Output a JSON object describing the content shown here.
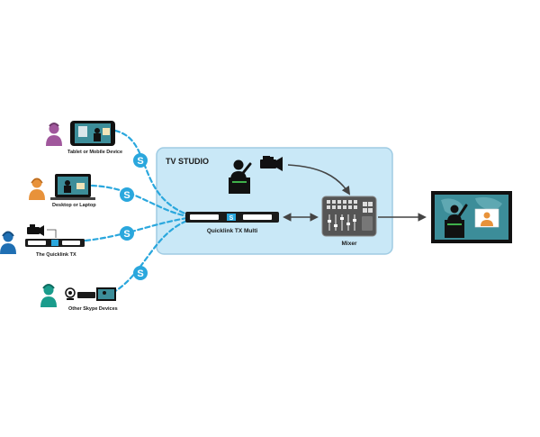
{
  "studio": {
    "title": "TV STUDIO"
  },
  "devices": {
    "tablet_label": "Tablet or Mobile Device",
    "desktop_label": "Desktop or Laptop",
    "quicklink_tx_label": "The Quicklink TX",
    "other_label": "Other Skype Devices"
  },
  "center": {
    "txmulti_label": "Quicklink TX Multi",
    "mixer_label": "Mixer",
    "skype_glyph": "S"
  },
  "colors": {
    "studio_fill": "#c9e8f7",
    "studio_stroke": "#9fcbe3",
    "skype_blue": "#2aa7dd",
    "purple_person": "#a0579c",
    "orange_person": "#e8923a",
    "blue_person": "#1f6fb3",
    "teal_person": "#1a9c8c",
    "screen_teal": "#3c8d99"
  }
}
